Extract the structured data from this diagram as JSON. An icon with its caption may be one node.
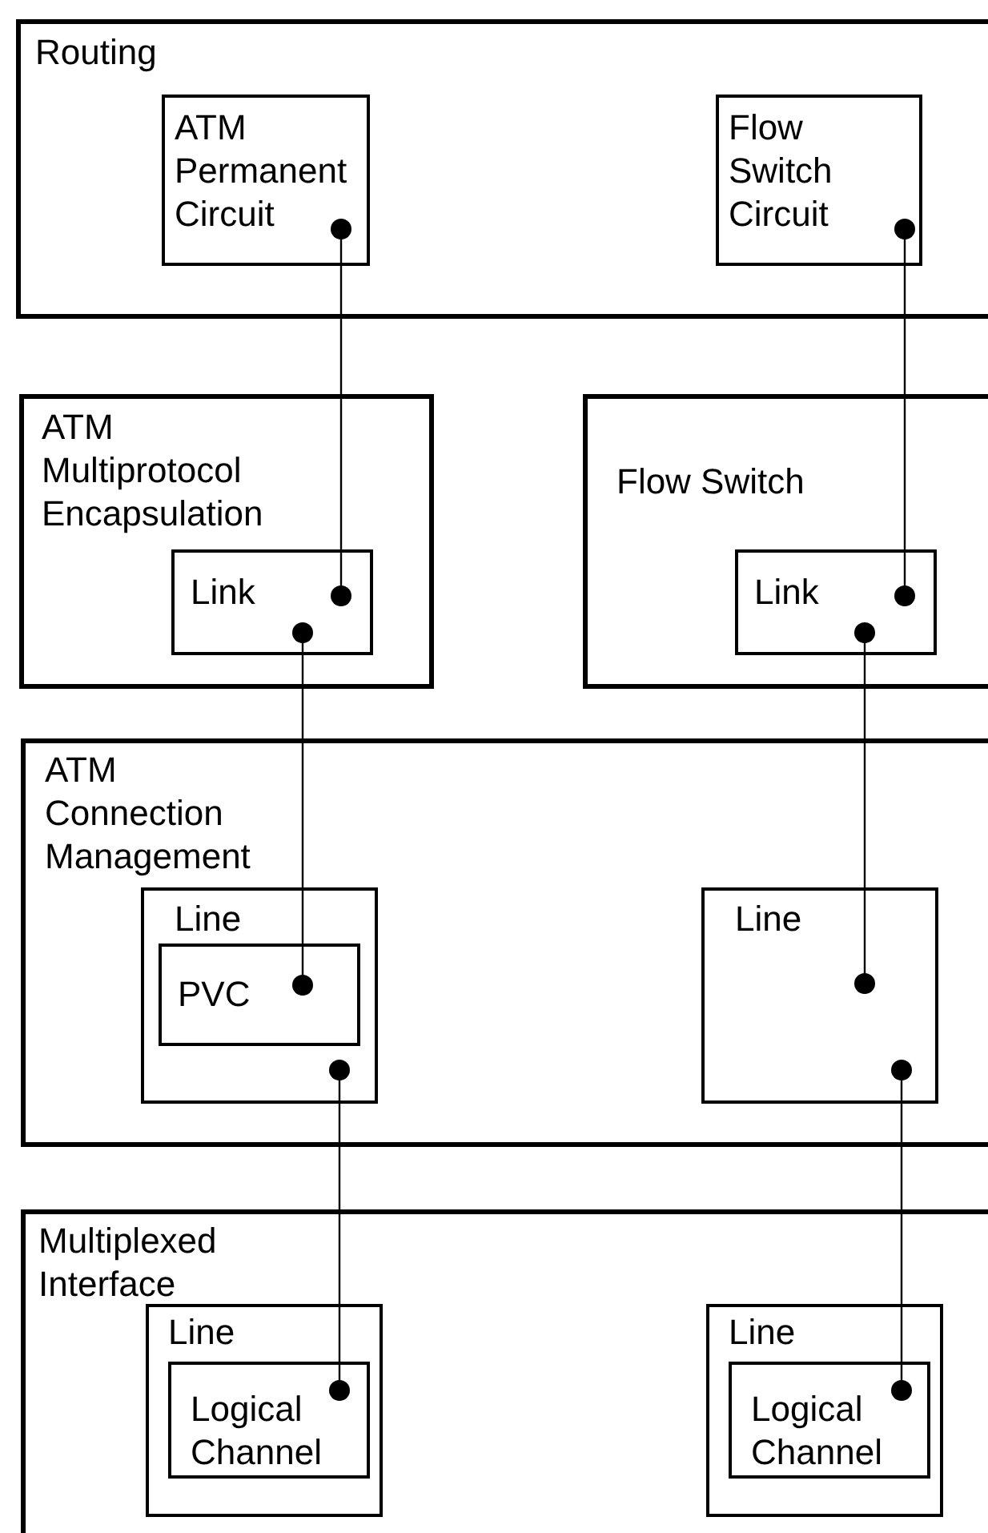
{
  "diagram": {
    "nodes": [
      {
        "text": [
          "Routing"
        ]
      },
      {
        "text": [
          "ATM Permanent Circuit"
        ],
        "in": 0
      },
      {
        "text": [
          "Flow Switch Circuit"
        ],
        "in": 0
      },
      {
        "text": [
          "ATM Multiprotocol Encapsulation"
        ]
      },
      {
        "text": [
          "Link"
        ],
        "in": 3
      },
      {
        "text": [
          "Flow Switch"
        ]
      },
      {
        "text": [
          "Link"
        ],
        "in": 5
      },
      {
        "text": [
          "ATM Connection Management"
        ]
      },
      {
        "text": [
          "Line"
        ],
        "in": 7
      },
      {
        "text": [
          "PVC"
        ],
        "in": 8
      },
      {
        "text": [
          "Line"
        ],
        "in": 7
      },
      {
        "text": [
          "Multiplexed Interface"
        ]
      },
      {
        "text": [
          "Line"
        ],
        "in": 11
      },
      {
        "text": [
          "Logical Channel"
        ],
        "in": 12
      },
      {
        "text": [
          "Line"
        ],
        "in": 11
      },
      {
        "text": [
          "Logical Channel"
        ],
        "in": 14
      }
    ],
    "edges": [
      {
        "from": 1,
        "to": 4,
        "arrow": "other"
      },
      {
        "from": 4,
        "to": 9,
        "arrow": "other"
      },
      {
        "from": 8,
        "to": 13,
        "arrow": "other"
      },
      {
        "from": 2,
        "to": 6,
        "arrow": "other"
      },
      {
        "from": 6,
        "to": 10,
        "arrow": "other"
      },
      {
        "from": 10,
        "to": 15,
        "arrow": "other"
      }
    ]
  }
}
